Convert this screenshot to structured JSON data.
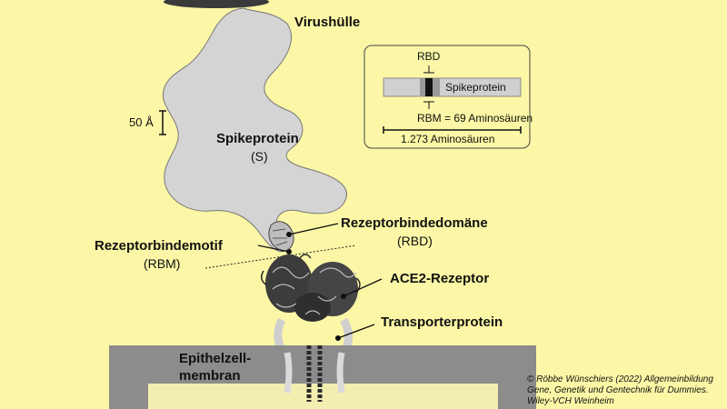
{
  "labels": {
    "virus_envelope": "Virushülle",
    "scale_bar": "50 Å",
    "spike_title": "Spikeprotein",
    "spike_sub": "(S)",
    "rbd_title": "Rezeptorbindedomäne",
    "rbd_sub": "(RBD)",
    "rbm_title": "Rezeptorbindemotif",
    "rbm_sub": "(RBM)",
    "ace2": "ACE2-Rezeptor",
    "transporter": "Transporterprotein",
    "membrane_line1": "Epithelzell-",
    "membrane_line2": "membran"
  },
  "inset": {
    "rbd_label": "RBD",
    "bar_label": "Spikeprotein",
    "rbm_text": "RBM = 69 Aminosäuren",
    "length_text": "1.273 Aminosäuren"
  },
  "credit": {
    "line1": "© Röbbe Wünschiers (2022) Allgemeinbildung",
    "line2": "Gene, Genetik und Gentechnik für Dummies.",
    "line3": "Wiley-VCH Weinheim"
  },
  "colors": {
    "background": "#fcf7a6",
    "spike": "#d4d4d4",
    "membrane": "#8c8c8c",
    "cell_interior": "#f1eeb0",
    "envelope": "#3a3a3a"
  }
}
